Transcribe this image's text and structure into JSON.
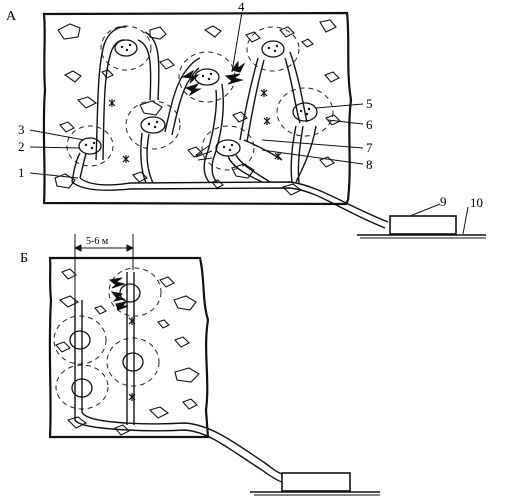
{
  "panels": [
    {
      "id": "A",
      "label": "А"
    },
    {
      "id": "B",
      "label": "Б"
    }
  ],
  "callouts": [
    "1",
    "2",
    "3",
    "4",
    "5",
    "6",
    "7",
    "8",
    "9",
    "10"
  ],
  "dimension": "5-6 м"
}
